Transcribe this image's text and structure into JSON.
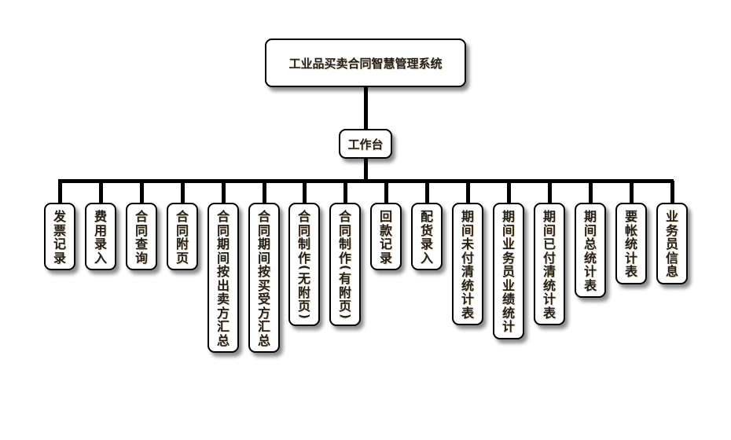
{
  "root": {
    "label": "工业品买卖合同智慧管理系统"
  },
  "hub": {
    "label": "工作台"
  },
  "children": [
    {
      "label": "发票记录"
    },
    {
      "label": "费用录入"
    },
    {
      "label": "合同查询"
    },
    {
      "label": "合同附页"
    },
    {
      "label": "合同期间按出卖方汇总"
    },
    {
      "label": "合同期间按买受方汇总"
    },
    {
      "label": "合同制作(无附页)"
    },
    {
      "label": "合同制作(有附页)"
    },
    {
      "label": "回款记录"
    },
    {
      "label": "配货录入"
    },
    {
      "label": "期间未付清统计表"
    },
    {
      "label": "期间业务员业绩统计"
    },
    {
      "label": "期间已付清统计表"
    },
    {
      "label": "期间总统计表"
    },
    {
      "label": "要帐统计表"
    },
    {
      "label": "业务员信息"
    }
  ],
  "colors": {
    "line": "#000000",
    "node_fill": "#ffffff",
    "text": "#1f1f1f"
  }
}
